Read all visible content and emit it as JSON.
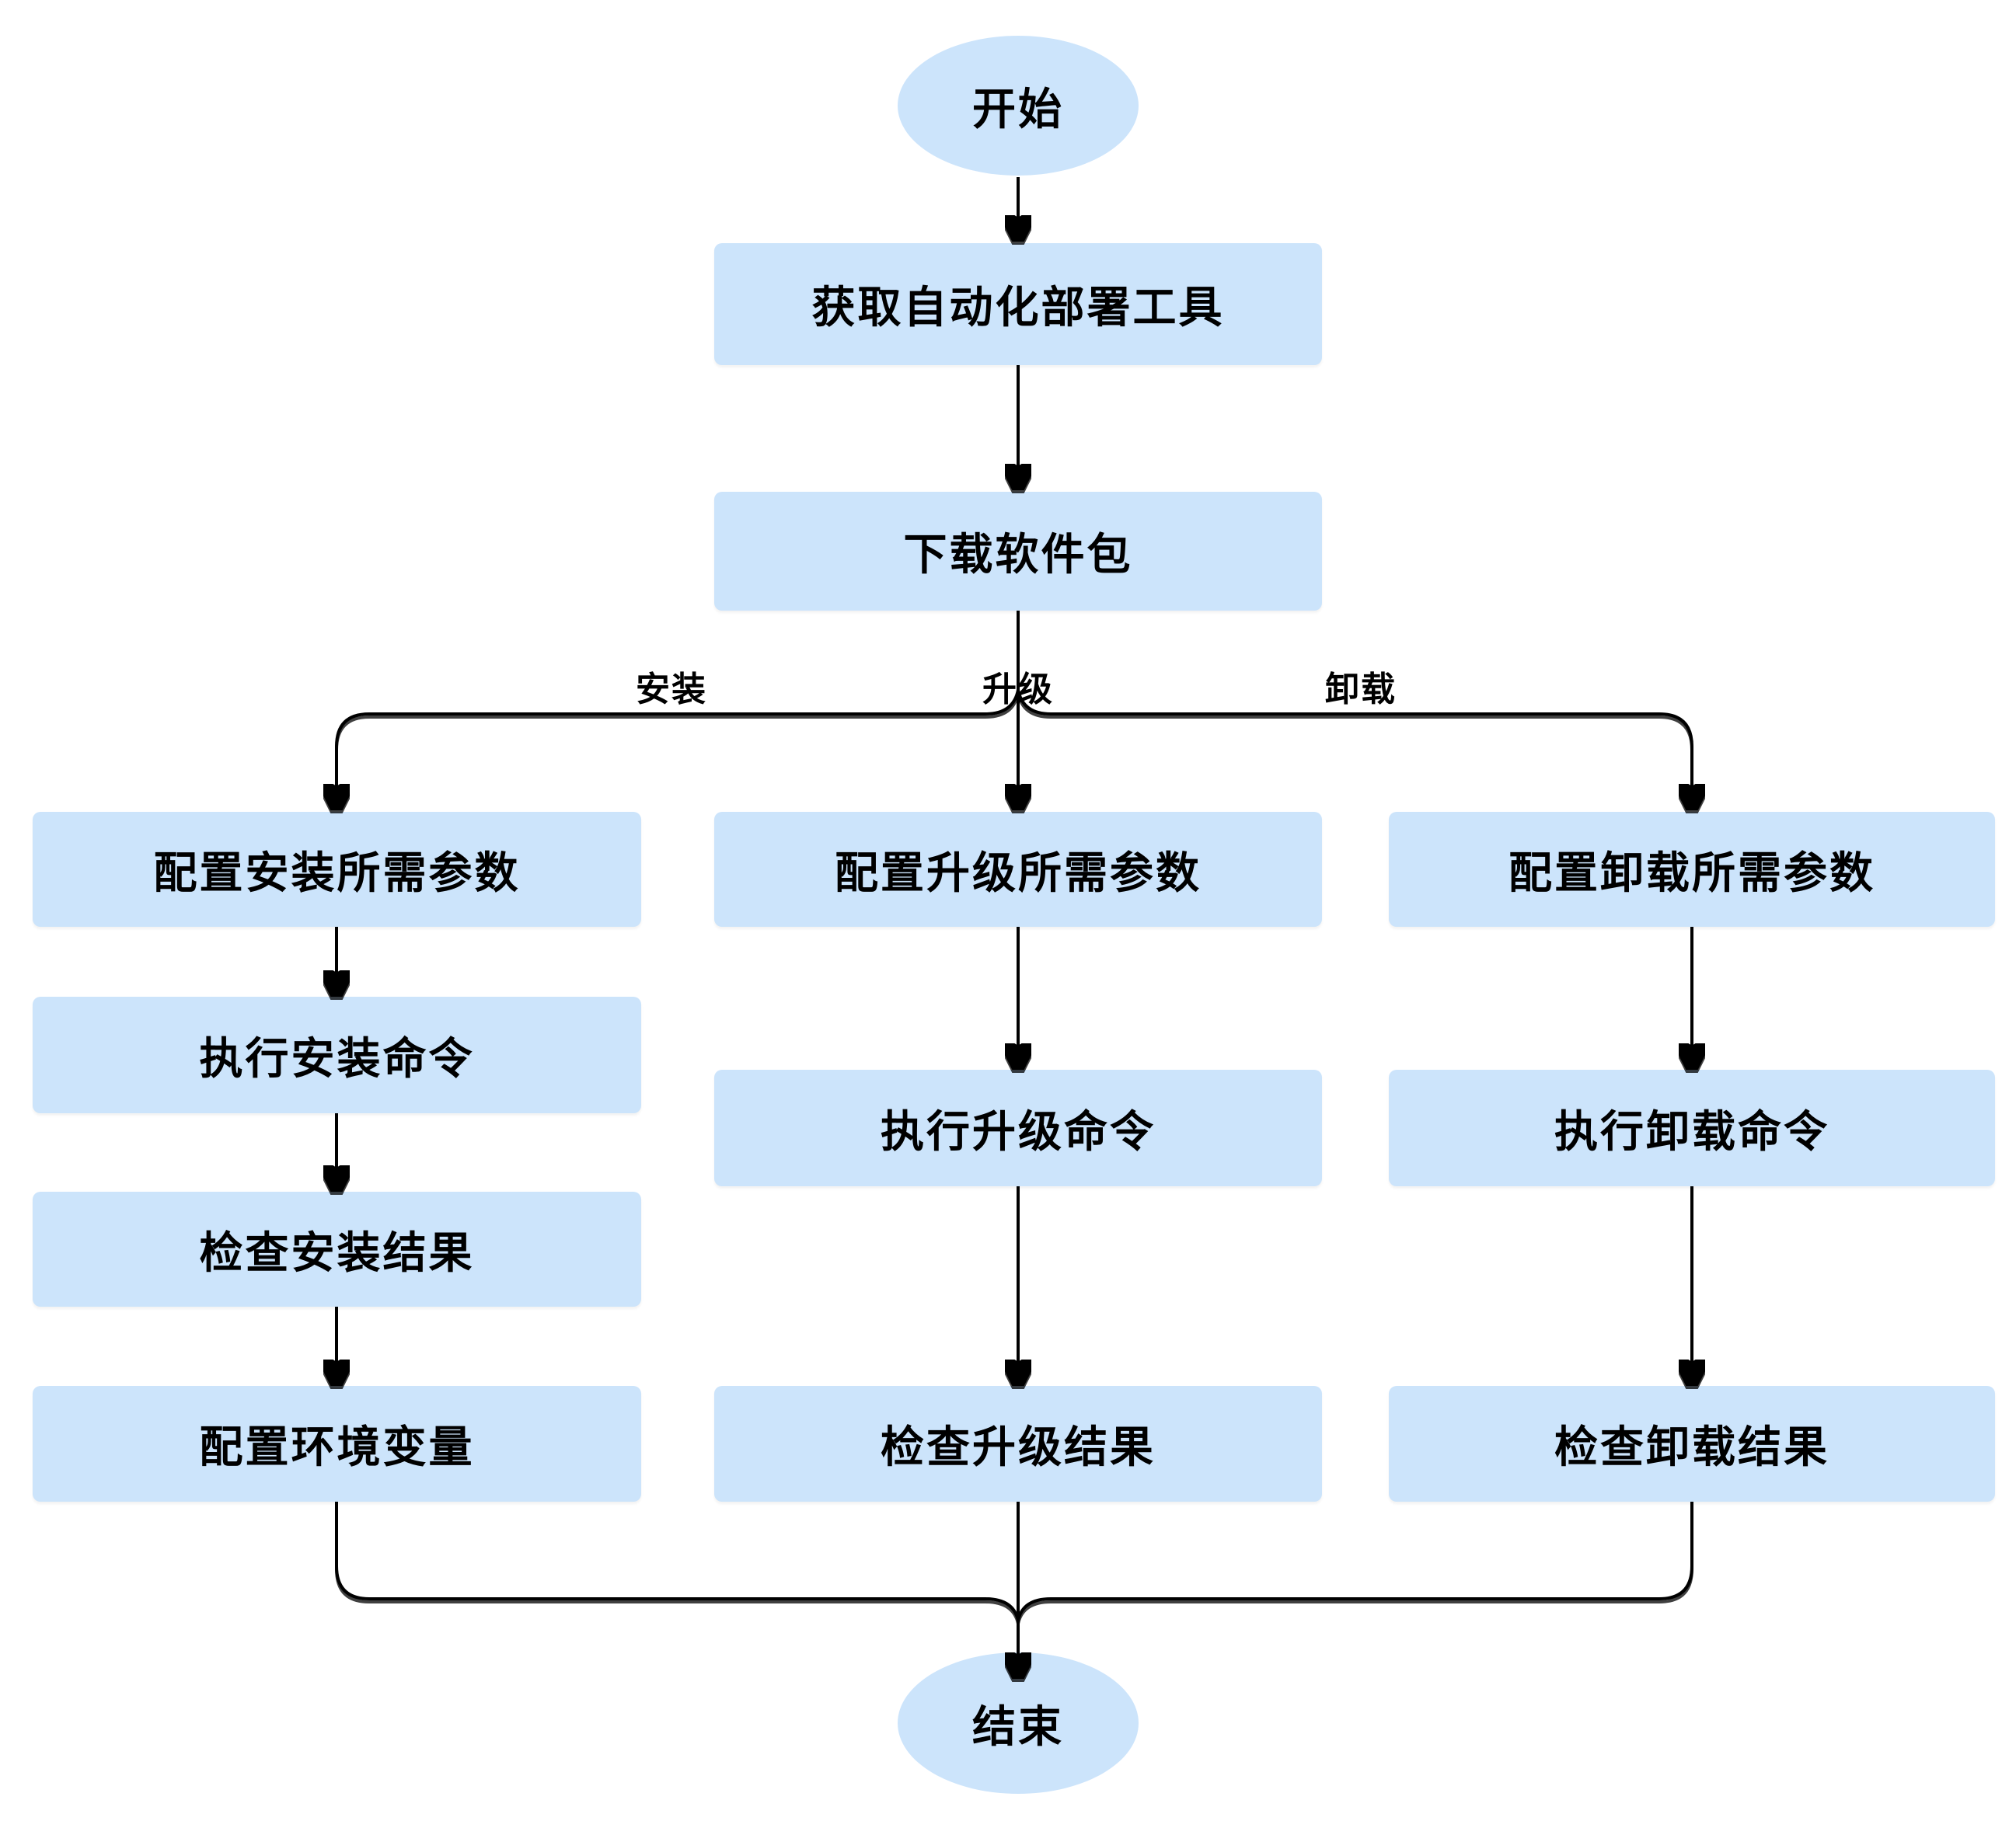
{
  "colors": {
    "background": "#ffffff",
    "node_fill": "#cce4fb",
    "line": "#000000",
    "text": "#000000"
  },
  "flowchart": {
    "start": "开始",
    "end": "结束",
    "steps": {
      "get_tool": "获取自动化部署工具",
      "download": "下载软件包",
      "install_params": "配置安装所需参数",
      "install_exec": "执行安装命令",
      "install_check": "检查安装结果",
      "env_vars": "配置环境变量",
      "upgrade_params": "配置升级所需参数",
      "upgrade_exec": "执行升级命令",
      "upgrade_check": "检查升级结果",
      "uninstall_params": "配置卸载所需参数",
      "uninstall_exec": "执行卸载命令",
      "uninstall_check": "检查卸载结果"
    },
    "branch_labels": {
      "install": "安装",
      "upgrade": "升级",
      "uninstall": "卸载"
    }
  }
}
